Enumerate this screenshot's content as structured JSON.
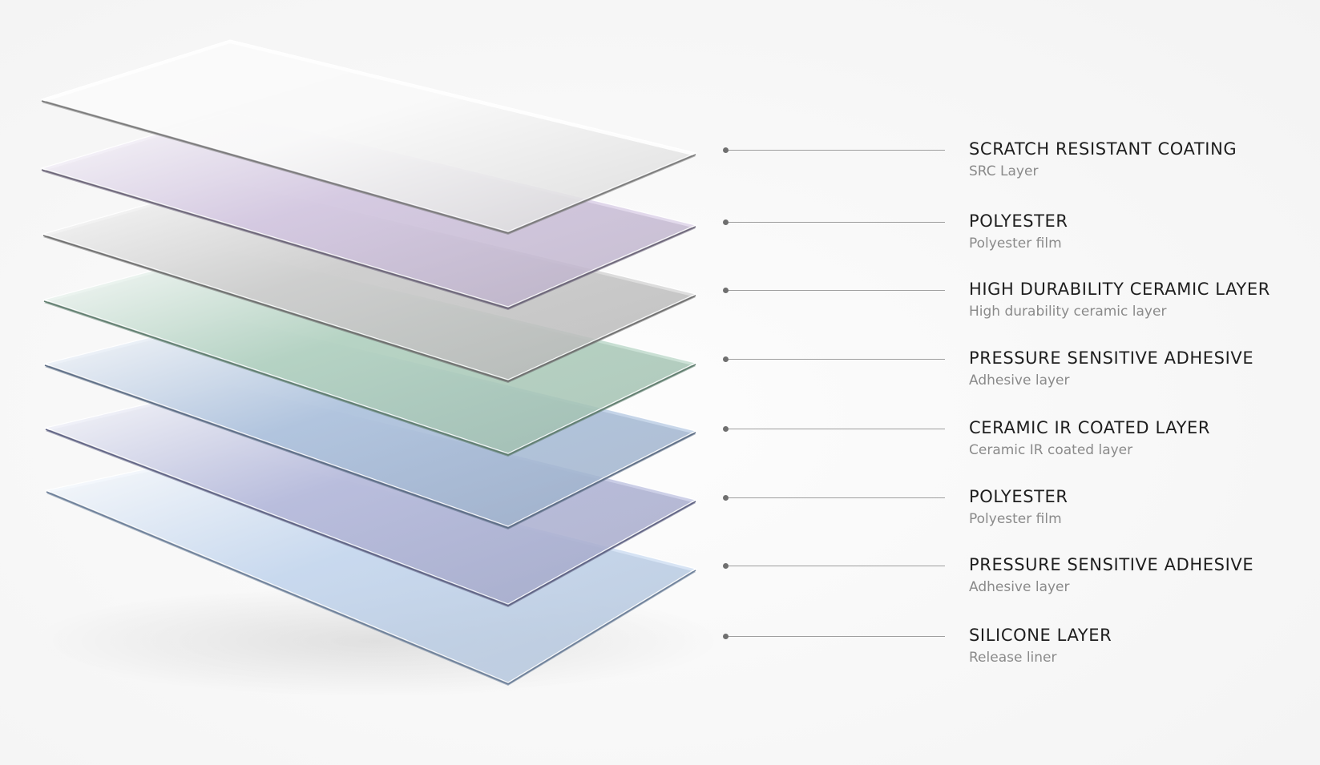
{
  "layers": [
    {
      "title": "SCRATCH RESISTANT COATING",
      "subtitle": "SRC Layer",
      "tint": "#ffffff",
      "edge": "#7a7a7a"
    },
    {
      "title": "POLYESTER",
      "subtitle": "Polyester film",
      "tint": "#d9cde6",
      "edge": "#6b6478"
    },
    {
      "title": "HIGH DURABILITY CERAMIC LAYER",
      "subtitle": "High durability ceramic layer",
      "tint": "#d2d2d2",
      "edge": "#6e6e6e"
    },
    {
      "title": "PRESSURE SENSITIVE ADHESIVE",
      "subtitle": "Adhesive layer",
      "tint": "#b8d6c6",
      "edge": "#5f7d6e"
    },
    {
      "title": "CERAMIC IR COATED LAYER",
      "subtitle": "Ceramic IR coated layer",
      "tint": "#b4c8e2",
      "edge": "#5c6d85"
    },
    {
      "title": "POLYESTER",
      "subtitle": "Polyester film",
      "tint": "#bcc0e0",
      "edge": "#5f6283"
    },
    {
      "title": "PRESSURE SENSITIVE ADHESIVE",
      "subtitle": "Adhesive layer",
      "tint": "#cbdcf2",
      "edge": "#6c7f99"
    },
    {
      "title": "SILICONE LAYER",
      "subtitle": "Release liner",
      "tint": "#e2ecf8",
      "edge": "#7f90a8"
    }
  ]
}
